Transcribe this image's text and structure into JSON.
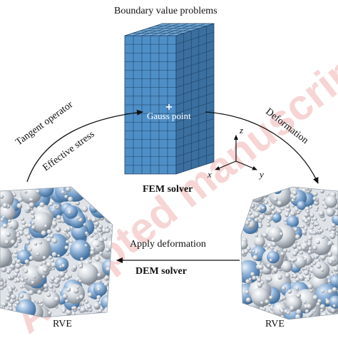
{
  "title": "Boundary value problems",
  "fem": {
    "gauss_point_label": "Gauss point",
    "solver_label": "FEM solver"
  },
  "axes": {
    "x": "x",
    "y": "y",
    "z": "z"
  },
  "arrows": {
    "left_outer": "Tangent operator",
    "left_inner": "Effective stress",
    "right": "Deformation",
    "bottom": "Apply deformation"
  },
  "dem": {
    "solver_label": "DEM solver"
  },
  "rve": {
    "left_label": "RVE",
    "right_label": "RVE"
  },
  "watermark": "Accepted manuscript",
  "colors": {
    "fem_front": "#4f8fc7",
    "fem_side": "#3a6f9f",
    "fem_top": "#6fa8d8",
    "particle_blue": "#7fa6cf",
    "particle_grey": "#c9ced4",
    "watermark": "#f2b3b3"
  }
}
